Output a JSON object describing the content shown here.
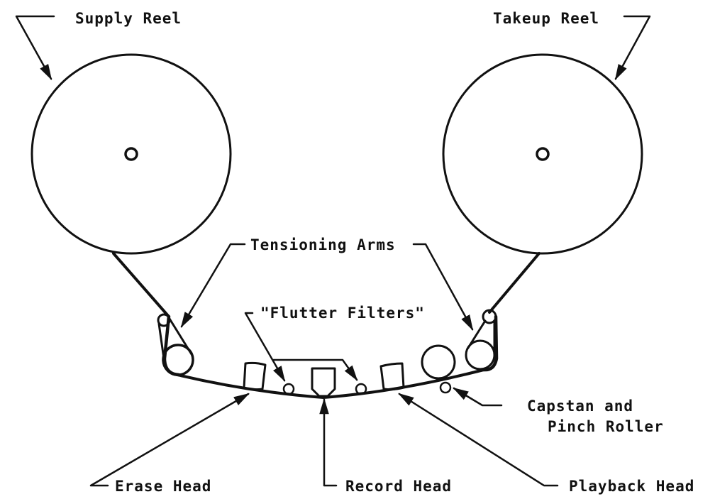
{
  "diagram": {
    "title": "Tape transport path",
    "labels": {
      "supply_reel": "Supply Reel",
      "takeup_reel": "Takeup Reel",
      "tensioning_arms": "Tensioning Arms",
      "flutter_filters": "\"Flutter Filters\"",
      "capstan_line1": "Capstan and",
      "capstan_line2": "Pinch Roller",
      "erase_head": "Erase Head",
      "record_head": "Record Head",
      "playback_head": "Playback Head"
    },
    "colors": {
      "ink": "#111111",
      "paper": "#ffffff"
    }
  }
}
